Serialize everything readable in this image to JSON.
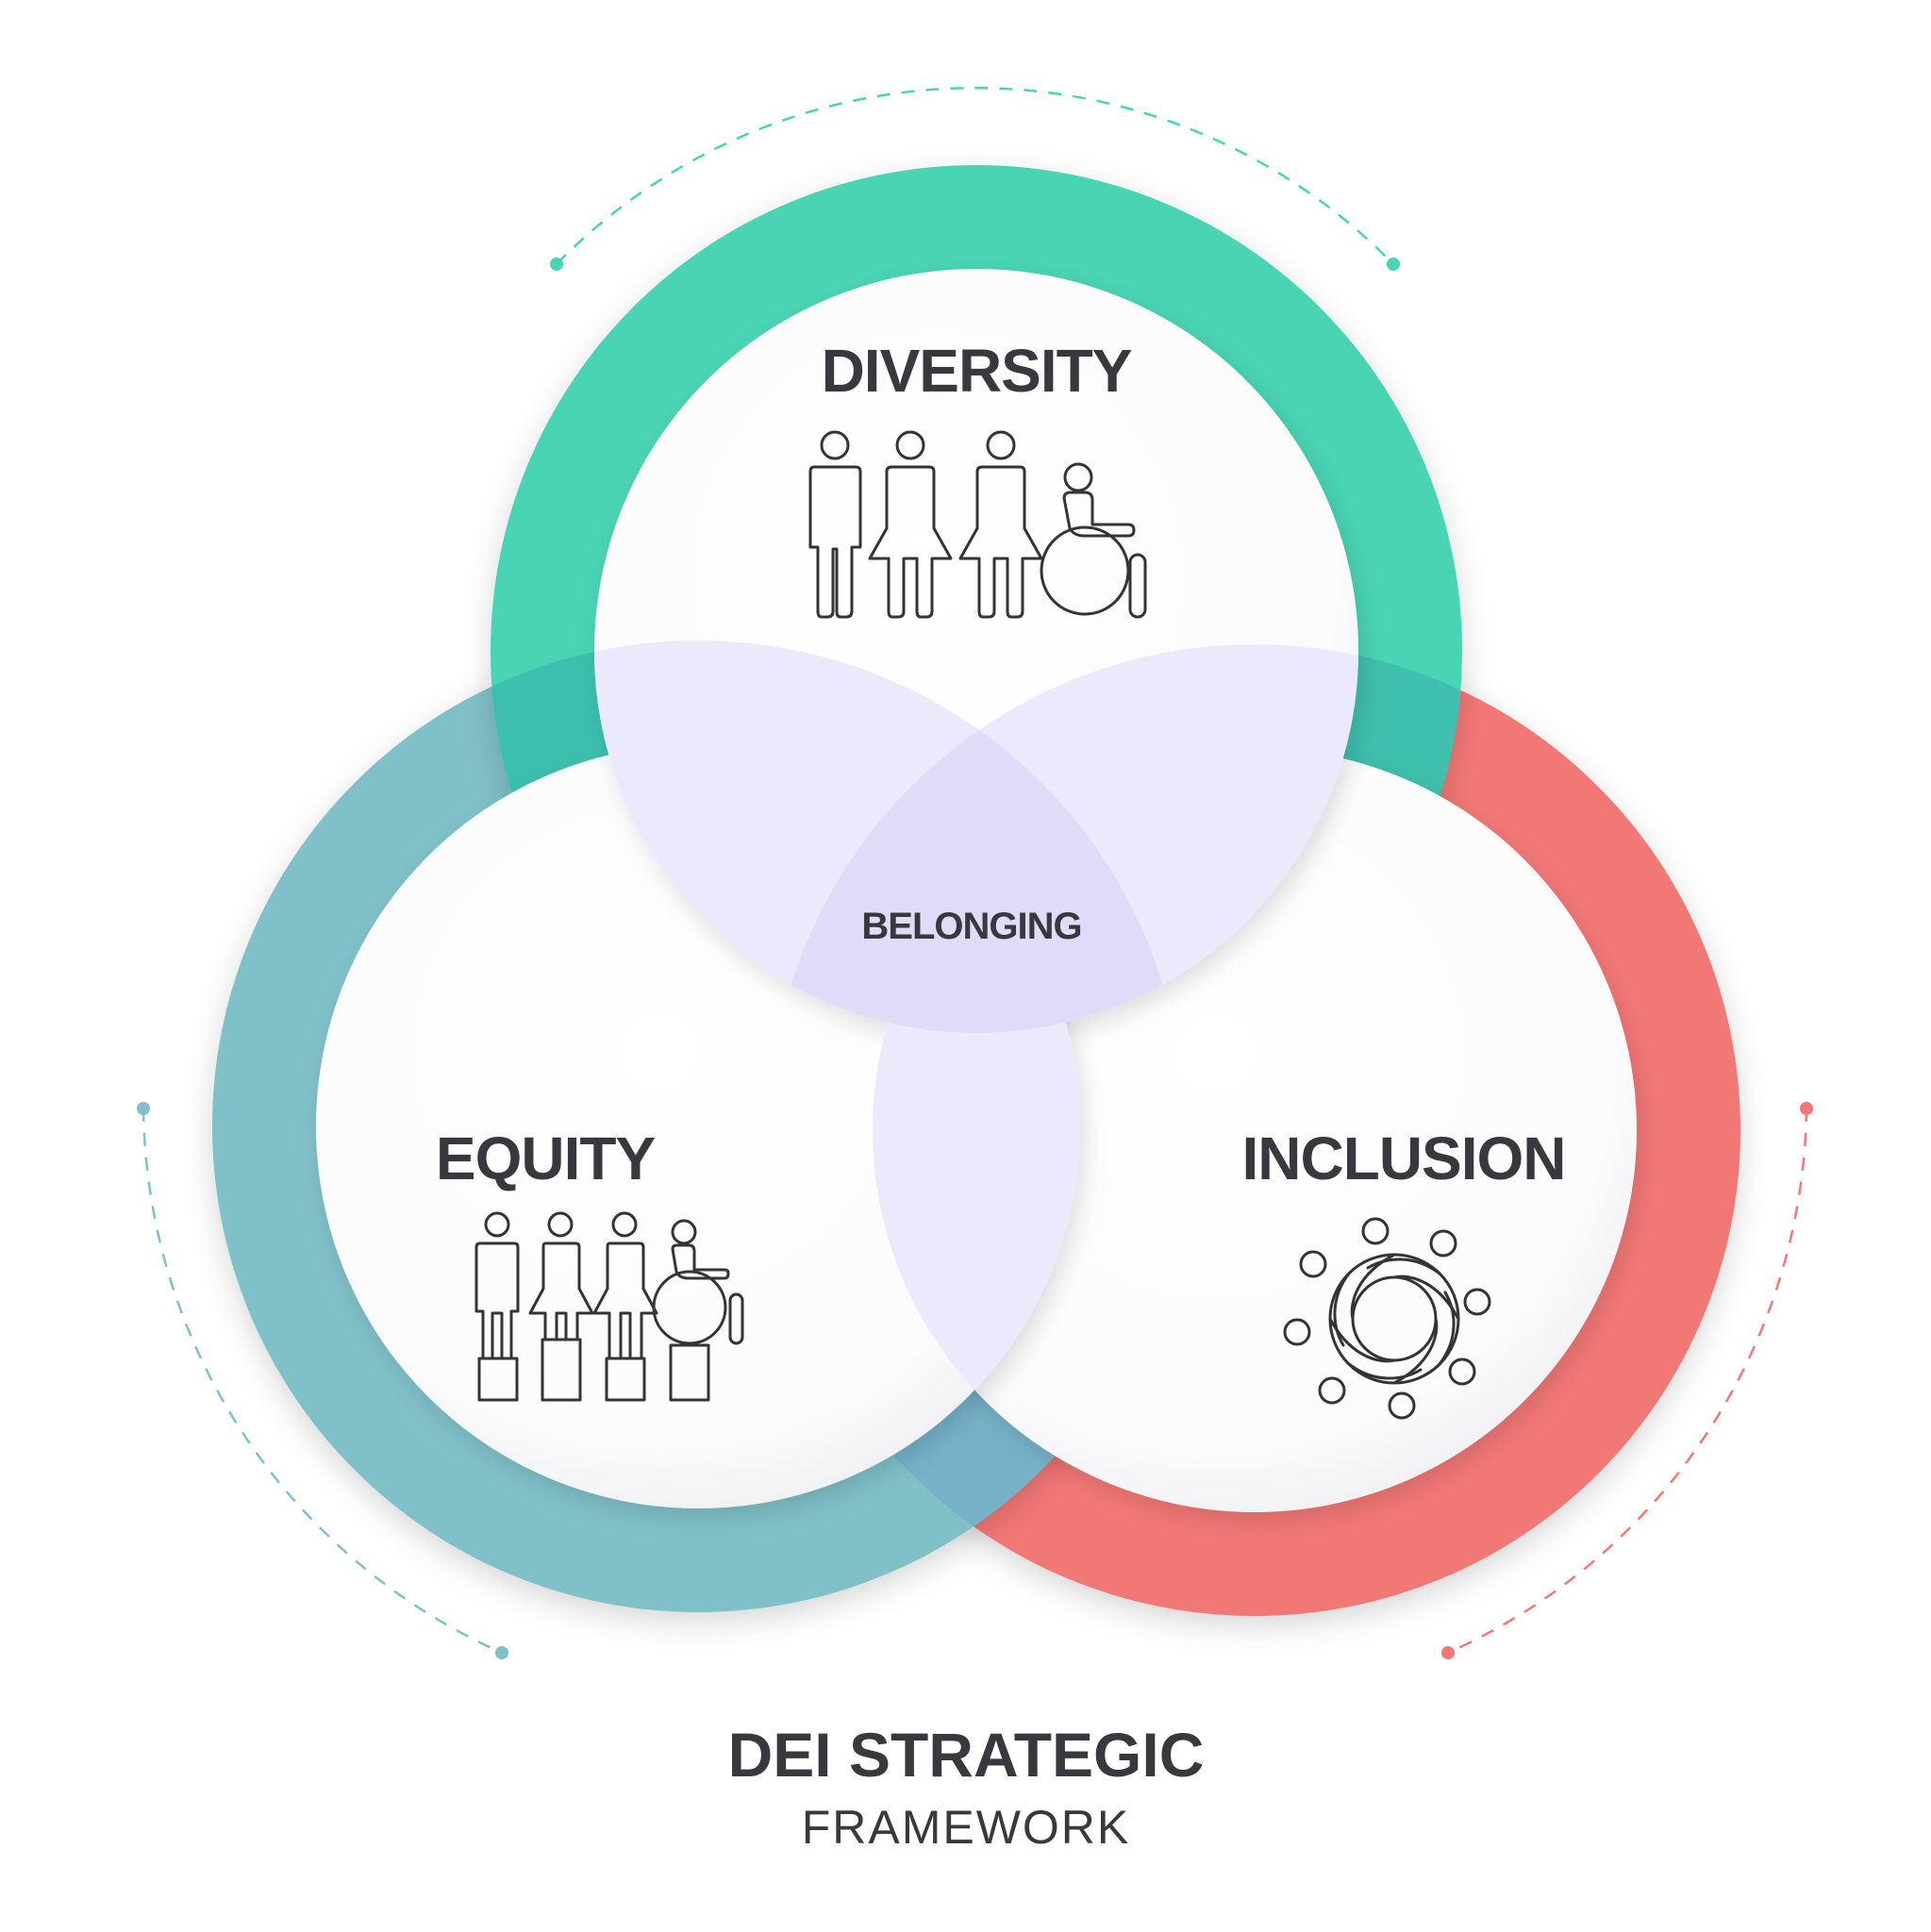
{
  "diagram": {
    "top_circle": {
      "label": "DIVERSITY",
      "color": "#4ad4b4",
      "icon": "diverse-people-icon"
    },
    "left_circle": {
      "label": "EQUITY",
      "color": "#80c0c8",
      "icon": "people-on-pedestals-icon"
    },
    "right_circle": {
      "label": "INCLUSION",
      "color": "#f27876",
      "icon": "people-circle-icon"
    },
    "center": {
      "label": "BELONGING",
      "color": "#e8e6fb"
    }
  },
  "title": {
    "main": "DEI STRATEGIC",
    "sub": "FRAMEWORK"
  },
  "colors": {
    "text": "#37393e",
    "overlap": "#e8e6fb"
  }
}
